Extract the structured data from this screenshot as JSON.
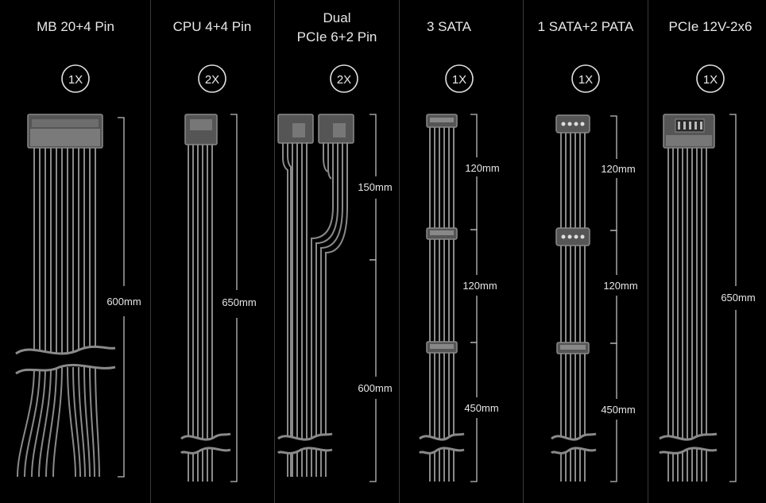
{
  "cables": [
    {
      "title": "MB 20+4 Pin",
      "quantity": "1X",
      "lengths": [
        "600mm"
      ]
    },
    {
      "title": "CPU 4+4 Pin",
      "quantity": "2X",
      "lengths": [
        "650mm"
      ]
    },
    {
      "title_line1": "Dual",
      "title_line2": "PCIe 6+2 Pin",
      "quantity": "2X",
      "lengths": [
        "150mm",
        "600mm"
      ]
    },
    {
      "title": "3 SATA",
      "quantity": "1X",
      "lengths": [
        "120mm",
        "120mm",
        "450mm"
      ]
    },
    {
      "title": "1 SATA+2 PATA",
      "quantity": "1X",
      "lengths": [
        "120mm",
        "120mm",
        "450mm"
      ]
    },
    {
      "title": "PCIe 12V-2x6",
      "quantity": "1X",
      "lengths": [
        "650mm"
      ]
    }
  ],
  "colors": {
    "background": "#000000",
    "wire": "#8a8a8a",
    "divider": "#3a3a3a",
    "text": "#e8e8e8"
  }
}
